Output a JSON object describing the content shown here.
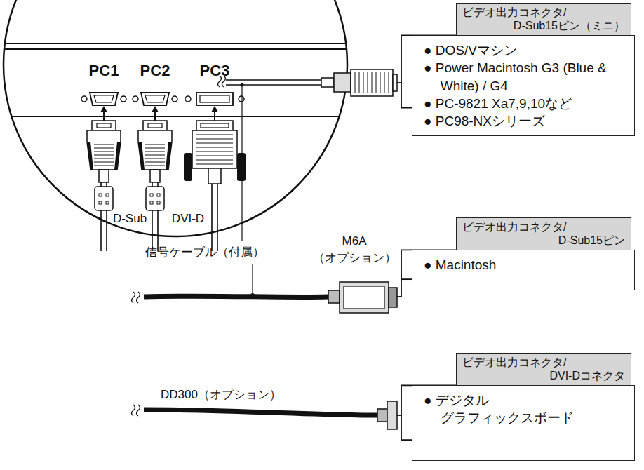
{
  "diagram": {
    "nodes": [
      {
        "text": [
          "ビデオ出力コネクタ/ D-Sub15ピン（ミニ）",
          "● DOS/Vマシン",
          "● Power Macintosh G3 (Blue & White) / G4",
          "● PC-9821 Xa7,9,10など",
          "● PC98-NXシリーズ"
        ]
      },
      {
        "text": [
          "ビデオ出力コネクタ/ D-Sub15ピン",
          "● Macintosh"
        ]
      },
      {
        "text": [
          "ビデオ出力コネクタ/ DVI-Dコネクタ",
          "● デジタル グラフィックスボード"
        ]
      }
    ],
    "labels": [
      "PC1",
      "PC2",
      "PC3",
      "D-Sub",
      "DVI-D",
      "信号ケーブル（付属）",
      "M6A",
      "（オプション）",
      "DD300（オプション）"
    ]
  }
}
